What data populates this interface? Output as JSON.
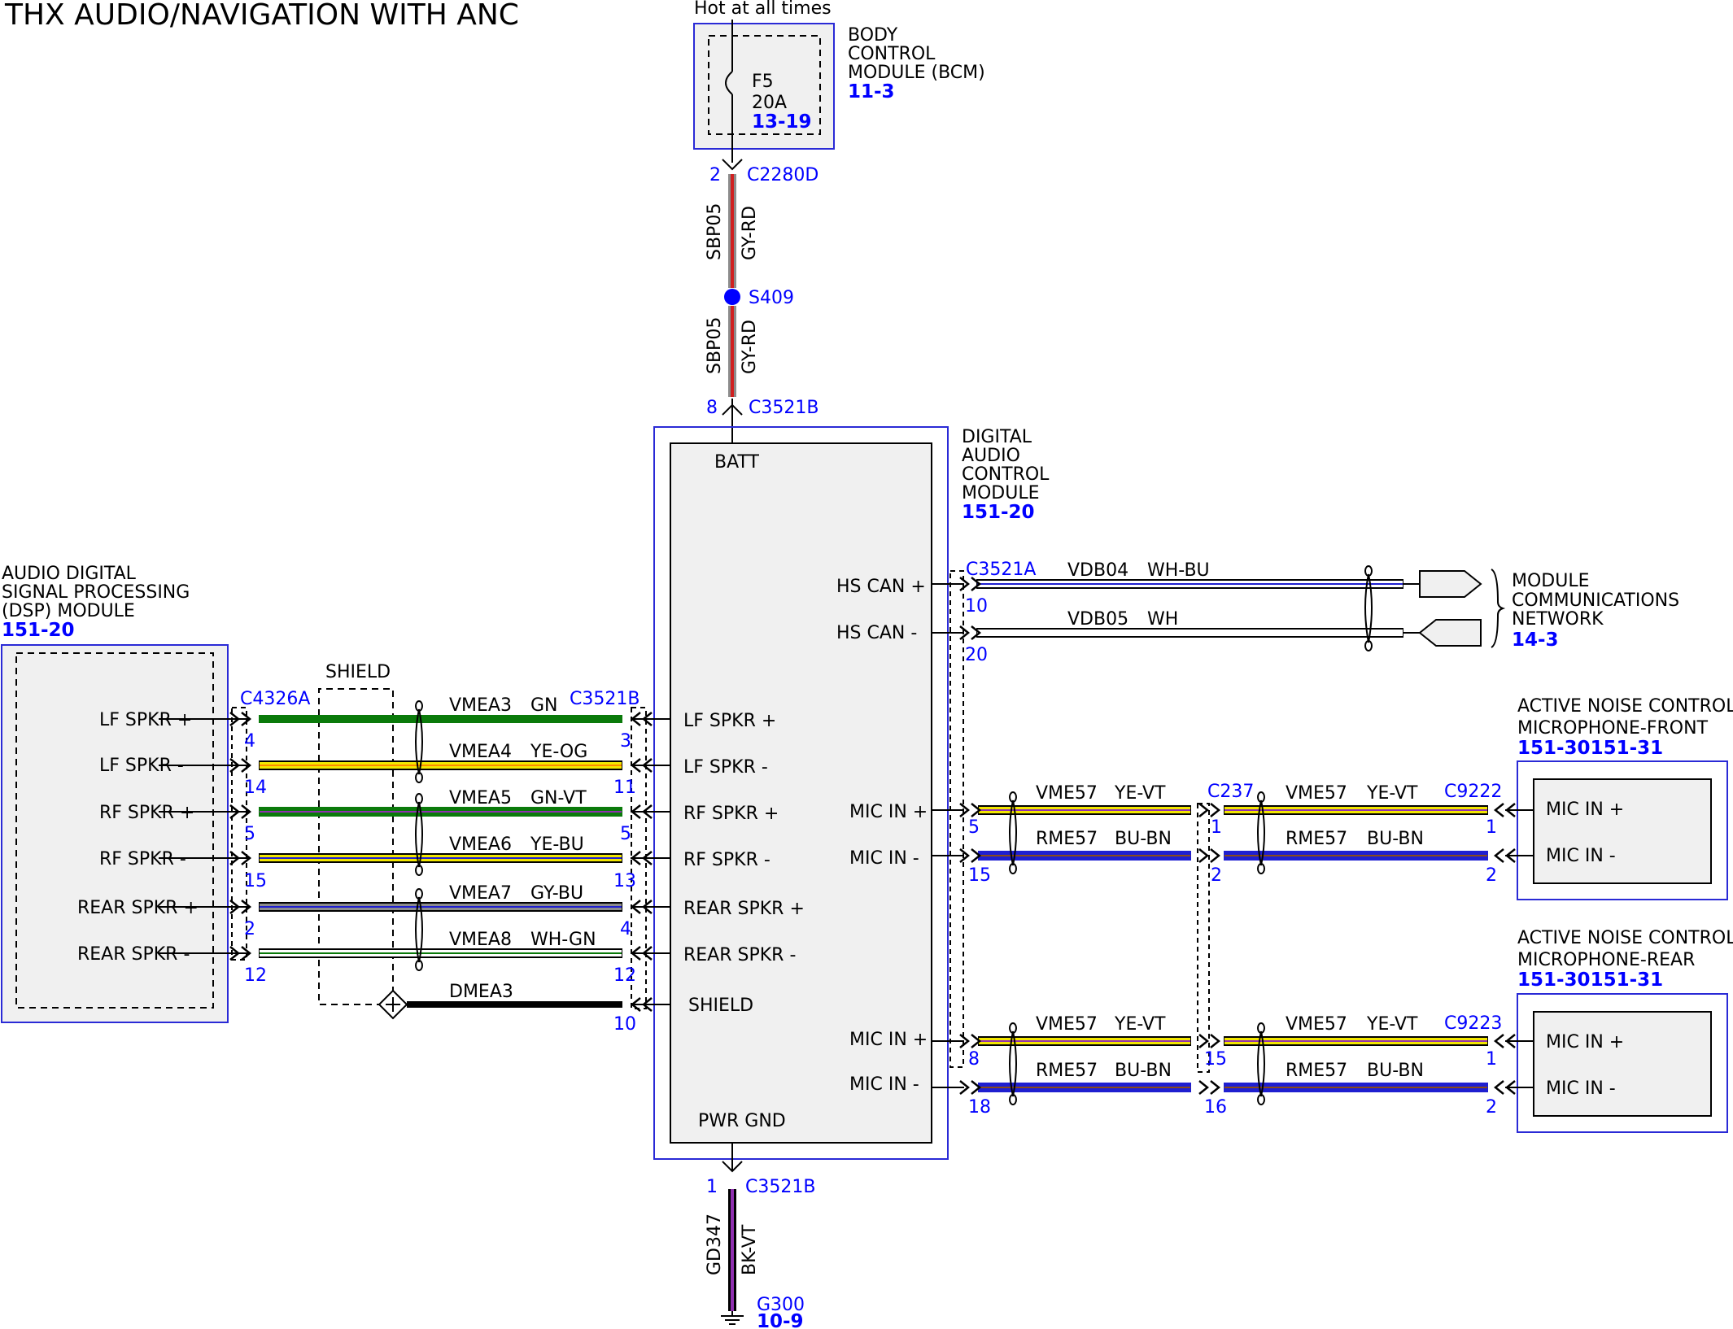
{
  "title": "THX AUDIO/NAVIGATION WITH ANC",
  "colors": {
    "GN": "#0a7a0a",
    "YE": "#f2e600",
    "BU": "#1f1fd0",
    "GY": "#8c8c8c",
    "RD": "#d02020",
    "WH": "#ffffff",
    "BK": "#000000",
    "VT": "#9030b0",
    "OG": "#ff8a00",
    "BN": "#8a4a1a",
    "ref": "#0000ff"
  },
  "power": {
    "hot_label": "Hot at all times",
    "fuse": {
      "name": "F5",
      "rating": "20A",
      "ref": "13-19"
    },
    "bcm": {
      "lines": [
        "BODY",
        "CONTROL",
        "MODULE (BCM)"
      ],
      "ref": "11-3"
    },
    "conn_top": {
      "pin": "2",
      "name": "C2280D"
    },
    "wire_top": {
      "circuit": "SBP05",
      "color": "GY-RD"
    },
    "splice": "S409",
    "wire_bottom": {
      "circuit": "SBP05",
      "color": "GY-RD"
    },
    "conn_batt": {
      "pin": "8",
      "name": "C3521B"
    }
  },
  "dacm": {
    "lines": [
      "DIGITAL",
      "AUDIO",
      "CONTROL",
      "MODULE"
    ],
    "ref": "151-20",
    "batt": "BATT",
    "pwr_gnd": "PWR GND",
    "hs_can_plus": "HS CAN +",
    "hs_can_minus": "HS CAN -",
    "left_pins": [
      "LF SPKR +",
      "LF SPKR -",
      "RF SPKR +",
      "RF SPKR -",
      "REAR SPKR +",
      "REAR SPKR -",
      "SHIELD"
    ],
    "mic_labels": [
      "MIC IN +",
      "MIC IN -",
      "MIC IN +",
      "MIC IN -"
    ]
  },
  "dsp": {
    "lines": [
      "AUDIO DIGITAL",
      "SIGNAL PROCESSING",
      "(DSP) MODULE"
    ],
    "ref": "151-20",
    "pins": [
      "LF SPKR +",
      "LF SPKR -",
      "RF SPKR +",
      "RF SPKR -",
      "REAR SPKR +",
      "REAR SPKR -"
    ],
    "conn_left": "C4326A",
    "conn_right": "C3521B",
    "shield_label": "SHIELD"
  },
  "speaker_wires": [
    {
      "circuit": "VMEA3",
      "color": "GN",
      "pin_left": "4",
      "pin_right": "3"
    },
    {
      "circuit": "VMEA4",
      "color": "YE-OG",
      "pin_left": "14",
      "pin_right": "11"
    },
    {
      "circuit": "VMEA5",
      "color": "GN-VT",
      "pin_left": "5",
      "pin_right": "5"
    },
    {
      "circuit": "VMEA6",
      "color": "YE-BU",
      "pin_left": "15",
      "pin_right": "13"
    },
    {
      "circuit": "VMEA7",
      "color": "GY-BU",
      "pin_left": "2",
      "pin_right": "4"
    },
    {
      "circuit": "VMEA8",
      "color": "WH-GN",
      "pin_left": "12",
      "pin_right": "12"
    },
    {
      "circuit": "DMEA3",
      "color": "",
      "pin_left": "",
      "pin_right": "10"
    }
  ],
  "can": {
    "conn": "C3521A",
    "wires": [
      {
        "circuit": "VDB04",
        "color": "WH-BU",
        "pin": "10"
      },
      {
        "circuit": "VDB05",
        "color": "WH",
        "pin": "20"
      }
    ],
    "network_lines": [
      "MODULE",
      "COMMUNICATIONS",
      "NETWORK"
    ],
    "network_ref": "14-3"
  },
  "mic_front": {
    "lines": [
      "ACTIVE NOISE CONTROL",
      "MICROPHONE-FRONT"
    ],
    "ref": "151-30151-31",
    "inline_conn": "C237",
    "end_conn": "C9222",
    "pins_dacm": [
      "5",
      "15"
    ],
    "pins_inline_left": [
      "1",
      "2"
    ],
    "pins_end": [
      "1",
      "2"
    ],
    "wires_left": [
      {
        "circuit": "VME57",
        "color": "YE-VT"
      },
      {
        "circuit": "RME57",
        "color": "BU-BN"
      }
    ],
    "wires_right": [
      {
        "circuit": "VME57",
        "color": "YE-VT"
      },
      {
        "circuit": "RME57",
        "color": "BU-BN"
      }
    ],
    "box_pins": [
      "MIC IN +",
      "MIC IN -"
    ]
  },
  "mic_rear": {
    "lines": [
      "ACTIVE NOISE CONTROL",
      "MICROPHONE-REAR"
    ],
    "ref": "151-30151-31",
    "end_conn": "C9223",
    "pins_dacm": [
      "8",
      "18"
    ],
    "pins_inline": [
      "15",
      "16"
    ],
    "pins_end": [
      "1",
      "2"
    ],
    "wires_left": [
      {
        "circuit": "VME57",
        "color": "YE-VT"
      },
      {
        "circuit": "RME57",
        "color": "BU-BN"
      }
    ],
    "wires_right": [
      {
        "circuit": "VME57",
        "color": "YE-VT"
      },
      {
        "circuit": "RME57",
        "color": "BU-BN"
      }
    ],
    "box_pins": [
      "MIC IN +",
      "MIC IN -"
    ]
  },
  "ground": {
    "conn_pin": "1",
    "conn": "C3521B",
    "wire": {
      "circuit": "GD347",
      "color": "BK-VT"
    },
    "point": "G300",
    "ref": "10-9"
  }
}
